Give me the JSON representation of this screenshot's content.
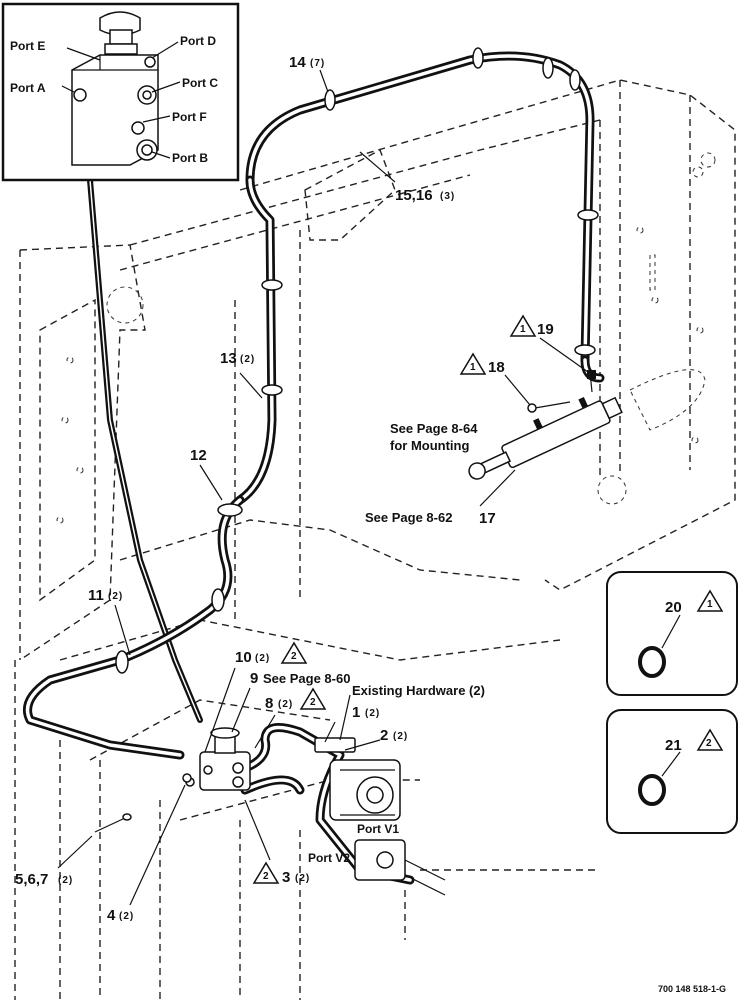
{
  "inset_ports": {
    "port_e": "Port E",
    "port_d": "Port D",
    "port_a": "Port A",
    "port_c": "Port C",
    "port_f": "Port F",
    "port_b": "Port B"
  },
  "callouts": {
    "c14": {
      "num": "14",
      "qty": "(7)"
    },
    "c15_16": {
      "num": "15,16",
      "qty": "(3)"
    },
    "c19": {
      "num": "19",
      "warn": "1"
    },
    "c18": {
      "num": "18",
      "warn": "1"
    },
    "c13": {
      "num": "13",
      "qty": "(2)"
    },
    "c12": {
      "num": "12"
    },
    "c11": {
      "num": "11",
      "qty": "(2)"
    },
    "c10": {
      "num": "10",
      "qty": "(2)",
      "warn": "2"
    },
    "c9": {
      "num": "9",
      "note": "See Page 8-60"
    },
    "c8": {
      "num": "8",
      "qty": "(2)",
      "warn": "2"
    },
    "c1": {
      "num": "1",
      "qty": "(2)"
    },
    "c2": {
      "num": "2",
      "qty": "(2)"
    },
    "c3": {
      "num": "3",
      "qty": "(2)",
      "warn": "2"
    },
    "c4": {
      "num": "4",
      "qty": "(2)"
    },
    "c5_6_7": {
      "num": "5,6,7",
      "qty": "(2)"
    },
    "c17": {
      "num": "17",
      "note": "See Page 8-62"
    },
    "c20": {
      "num": "20",
      "warn": "1"
    },
    "c21": {
      "num": "21",
      "warn": "2"
    }
  },
  "notes": {
    "mounting_line1": "See Page 8-64",
    "mounting_line2": "for Mounting",
    "existing_hardware": "Existing Hardware (2)",
    "port_v1": "Port V1",
    "port_v2": "Port V2"
  },
  "drawing_code": "700 148 518-1-G"
}
